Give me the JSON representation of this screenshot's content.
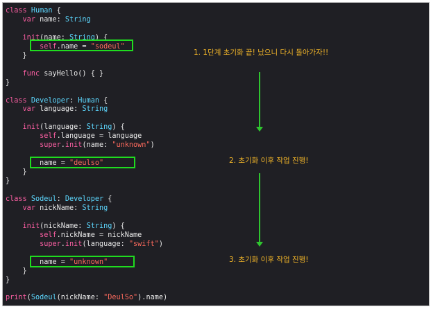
{
  "code_lines": [
    "class Human {",
    "    var name: String",
    "",
    "    init(name: String) {",
    "        self.name = \"sodeul\"",
    "    }",
    "",
    "    func sayHello() { }",
    "}",
    "",
    "class Developer: Human {",
    "    var language: String",
    "",
    "    init(language: String) {",
    "        self.language = language",
    "        super.init(name: \"unknown\")",
    "",
    "        name = \"deulso\"",
    "    }",
    "}",
    "",
    "class Sodeul: Developer {",
    "    var nickName: String",
    "",
    "    init(nickName: String) {",
    "        self.nickName = nickName",
    "        super.init(language: \"swift\")",
    "",
    "        name = \"unknown\"",
    "    }",
    "}",
    "",
    "print(Sodeul(nickName: \"DeulSo\").name)"
  ],
  "annotations": {
    "step1": "1. 1단계 초기화 끝! 났으니 다시 돌아가자!!",
    "step2": "2. 초기화 이후 작업 진행!",
    "step3": "3. 초기화 이후 작업 진행!"
  },
  "colors": {
    "background": "#1f1f24",
    "keyword": "#fc5fa3",
    "type": "#5dd8ff",
    "string": "#fc6a5d",
    "highlight_box": "#1fdc1f",
    "arrow": "#2fc52f",
    "annotation_text": "#f0b429"
  }
}
